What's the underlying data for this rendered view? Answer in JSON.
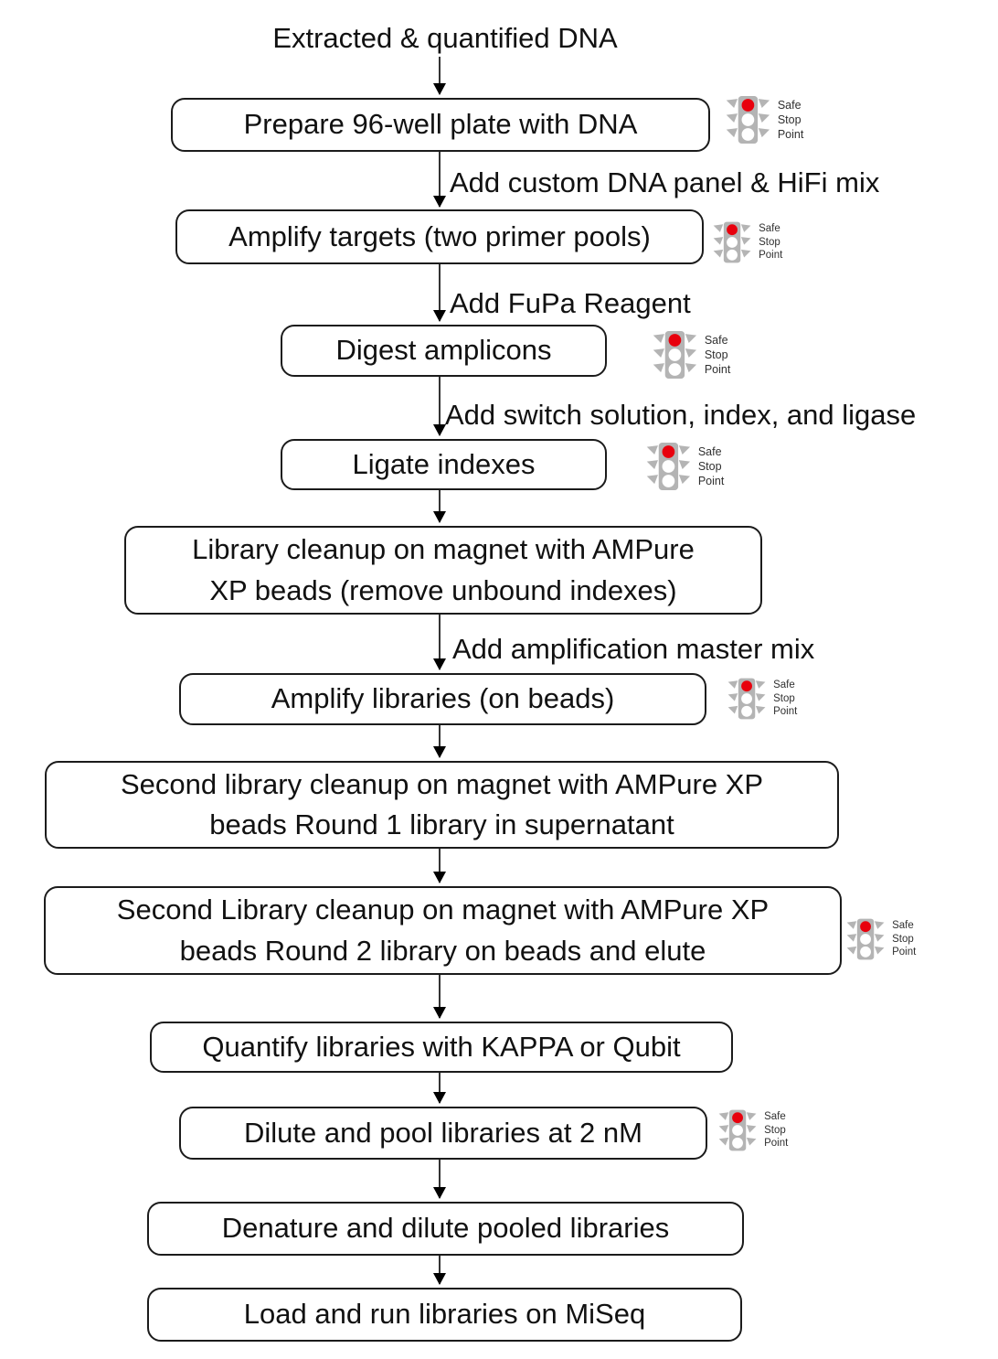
{
  "title": "Extracted & quantified DNA",
  "traffic_light": {
    "lines": [
      "Safe",
      "Stop",
      "Point"
    ]
  },
  "colors": {
    "light_red": "#e8000d",
    "traffic_gray": "#b4b4b4",
    "line_black": "#000000",
    "box_border": "#1b1b1b",
    "box_fill": "#ffffff",
    "text": "#111111"
  },
  "nodes": [
    {
      "label": "Prepare 96-well plate with DNA",
      "safe_stop": true
    },
    {
      "label": "Amplify targets (two primer pools)",
      "safe_stop": true
    },
    {
      "label": "Digest amplicons",
      "safe_stop": true
    },
    {
      "label": "Ligate indexes",
      "safe_stop": true
    },
    {
      "label": "Library cleanup on magnet with AMPure\nXP beads (remove unbound indexes)",
      "safe_stop": false
    },
    {
      "label": "Amplify libraries (on beads)",
      "safe_stop": true
    },
    {
      "label": "Second library cleanup on magnet with AMPure XP\nbeads Round 1 library in supernatant",
      "safe_stop": false
    },
    {
      "label": "Second Library cleanup on magnet with AMPure XP\nbeads Round 2 library on beads and elute",
      "safe_stop": true
    },
    {
      "label": "Quantify libraries with KAPPA or Qubit",
      "safe_stop": false
    },
    {
      "label": "Dilute and pool libraries at 2 nM",
      "safe_stop": true
    },
    {
      "label": "Denature and dilute pooled libraries",
      "safe_stop": false
    },
    {
      "label": "Load and run libraries on MiSeq",
      "safe_stop": false
    }
  ],
  "edge_labels": [
    "Add custom DNA panel & HiFi mix",
    "Add FuPa Reagent",
    "Add switch solution, index, and ligase",
    "Add amplification master mix"
  ]
}
